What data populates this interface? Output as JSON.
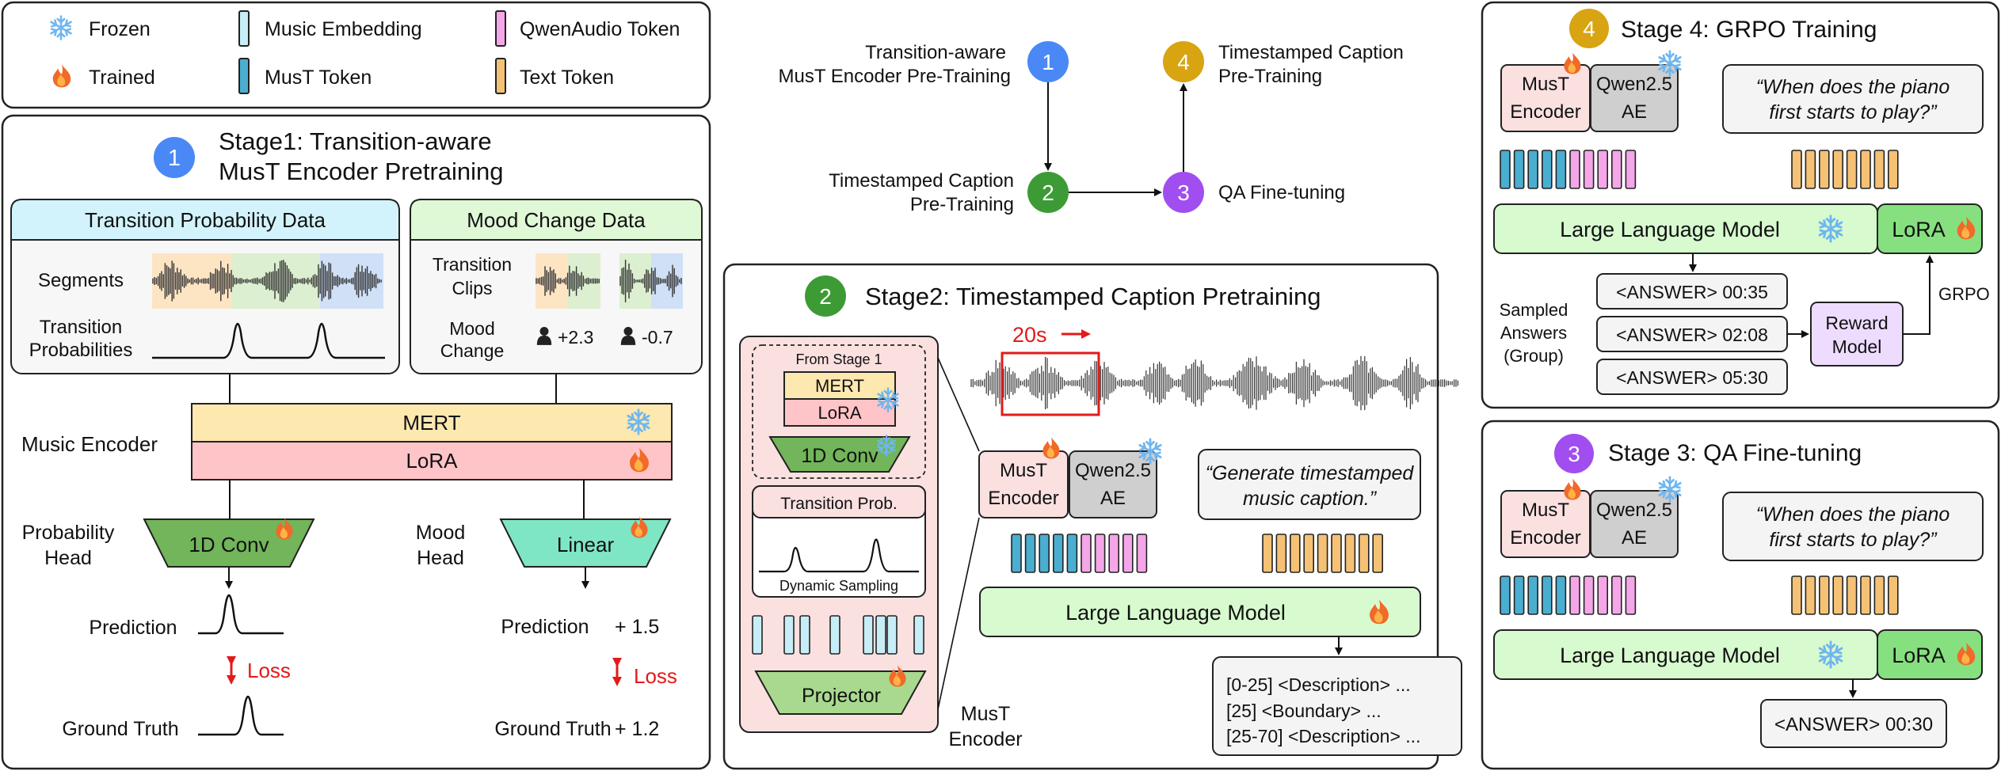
{
  "legend": {
    "frozen": "Frozen",
    "trained": "Trained",
    "music_embedding": "Music Embedding",
    "must_token": "MusT Token",
    "qwenaudio_token": "QwenAudio Token",
    "text_token": "Text Token"
  },
  "colors": {
    "music_embedding": "#c7edf7",
    "must_token": "#4aaed0",
    "qwenaudio_token": "#f4a6e8",
    "text_token": "#f5c175",
    "mert": "#fde8b0",
    "lora": "#ffc4c8",
    "conv": "#72b55a",
    "linear": "#7fe6c5",
    "llm": "#d7fbcf",
    "lora_green": "#86e07f",
    "stage1": "#4a88f5",
    "stage2": "#3c9b35",
    "stage3": "#a14ef0",
    "stage4": "#d8a411",
    "frozen_blue": "#6fb6ef",
    "fire": "#f06a2a"
  },
  "icons": {
    "frozen": "snowflake-icon",
    "trained": "fire-icon",
    "person": "person-icon",
    "arrow": "arrow-right-icon"
  },
  "stage1": {
    "num": "1",
    "title_line1": "Stage1: Transition-aware",
    "title_line2": "MusT Encoder Pretraining",
    "tp_data_title": "Transition Probability Data",
    "segments_label": "Segments",
    "tp_label_line1": "Transition",
    "tp_label_line2": "Probabilities",
    "mood_data_title": "Mood Change Data",
    "clips_label_line1": "Transition",
    "clips_label_line2": "Clips",
    "mood_label_line1": "Mood",
    "mood_label_line2": "Change",
    "mood_val1": "+2.3",
    "mood_val2": "-0.7",
    "music_encoder": "Music Encoder",
    "mert": "MERT",
    "lora": "LoRA",
    "prob_head_line1": "Probability",
    "prob_head_line2": "Head",
    "conv": "1D Conv",
    "mood_head_line1": "Mood",
    "mood_head_line2": "Head",
    "linear": "Linear",
    "prediction": "Prediction",
    "prediction_val": "+ 1.5",
    "loss": "Loss",
    "ground_truth": "Ground Truth",
    "ground_truth_val": "+ 1.2"
  },
  "flow": {
    "n1": "1",
    "n2": "2",
    "n3": "3",
    "n4": "4",
    "l1_line1": "Transition-aware",
    "l1_line2": "MusT Encoder Pre-Training",
    "l2_line1": "Timestamped Caption",
    "l2_line2": "Pre-Training",
    "l3": "QA Fine-tuning",
    "l4_line1": "Timestamped Caption",
    "l4_line2": "Pre-Training"
  },
  "stage2": {
    "num": "2",
    "title": "Stage2: Timestamped Caption Pretraining",
    "from_stage1": "From Stage 1",
    "mert": "MERT",
    "lora": "LoRA",
    "conv": "1D Conv",
    "transition_prob": "Transition Prob.",
    "dynamic_sampling": "Dynamic Sampling",
    "projector": "Projector",
    "encoder_label_line1": "MusT",
    "encoder_label_line2": "Encoder",
    "window": "20s",
    "must_line1": "MusT",
    "must_line2": "Encoder",
    "qwen_line1": "Qwen2.5",
    "qwen_line2": "AE",
    "prompt_line1": "“Generate timestamped",
    "prompt_line2": "music caption.”",
    "llm": "Large Language Model",
    "out1": "[0-25] <Description> ...",
    "out2": "[25] <Boundary> ...",
    "out3": "[25-70] <Description> ..."
  },
  "stage4": {
    "num": "4",
    "title": "Stage 4: GRPO Training",
    "must_line1": "MusT",
    "must_line2": "Encoder",
    "qwen_line1": "Qwen2.5",
    "qwen_line2": "AE",
    "prompt_line1": "“When does the piano",
    "prompt_line2": "first starts to play?”",
    "llm": "Large Language Model",
    "lora": "LoRA",
    "sampled_line1": "Sampled",
    "sampled_line2": "Answers",
    "sampled_line3": "(Group)",
    "ans1": "<ANSWER> 00:35",
    "ans2": "<ANSWER> 02:08",
    "ans3": "<ANSWER> 05:30",
    "reward_line1": "Reward",
    "reward_line2": "Model",
    "grpo": "GRPO"
  },
  "stage3": {
    "num": "3",
    "title": "Stage 3: QA Fine-tuning",
    "must_line1": "MusT",
    "must_line2": "Encoder",
    "qwen_line1": "Qwen2.5",
    "qwen_line2": "AE",
    "prompt_line1": "“When does the piano",
    "prompt_line2": "first starts to play?”",
    "llm": "Large Language Model",
    "lora": "LoRA",
    "answer": "<ANSWER> 00:30"
  }
}
